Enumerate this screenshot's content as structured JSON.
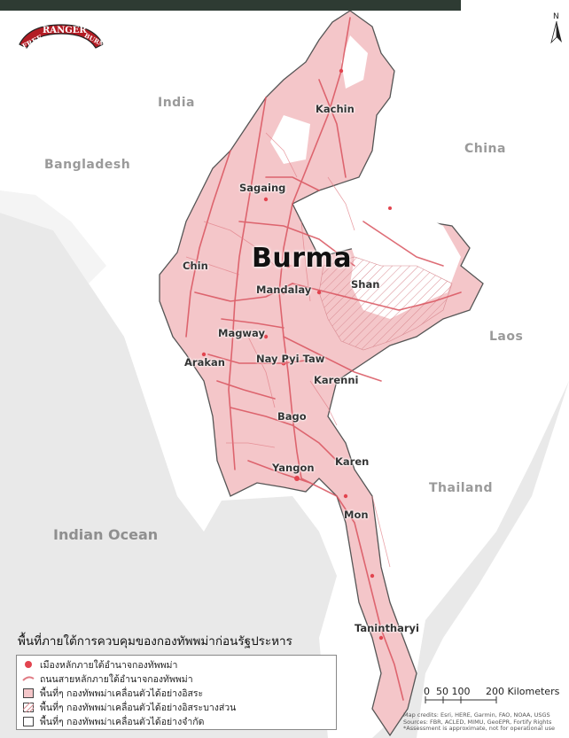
{
  "countries": {
    "india": "India",
    "bangladesh": "Bangladesh",
    "china": "China",
    "laos": "Laos",
    "thailand": "Thailand",
    "indian_ocean": "Indian Ocean"
  },
  "country_title": "Burma",
  "regions": {
    "kachin": "Kachin",
    "sagaing": "Sagaing",
    "chin": "Chin",
    "mandalay": "Mandalay",
    "shan": "Shan",
    "magway": "Magway",
    "arakan": "Arakan",
    "naypyitaw": "Nay Pyi Taw",
    "karenni": "Karenni",
    "bago": "Bago",
    "yangon": "Yangon",
    "karen": "Karen",
    "mon": "Mon",
    "tanintharyi": "Tanintharyi"
  },
  "logo": {
    "left": "FREE",
    "main": "RANGER",
    "right": "BURMA"
  },
  "north_label": "N",
  "legend": {
    "title": "พื้นที่ภายใต้การควบคุมของกองทัพพม่าก่อนรัฐประหาร",
    "items": [
      "เมืองหลักภายใต้อำนาจกองทัพพม่า",
      "ถนนสายหลักภายใต้อำนาจกองทัพพม่า",
      "พื้นที่ๆ กองทัพพม่าเคลื่อนตัวได้อย่างอิสระ",
      "พื้นที่ๆ กองทัพพม่าเคลื่อนตัวได้อย่างอิสระบางส่วน",
      "พื้นที่ๆ กองทัพพม่าเคลื่อนตัวได้อย่างจำกัด"
    ]
  },
  "scale": "0  50 100     200 Kilometers",
  "credits": [
    "Map credits: Esri, HERE, Garmin, FAO, NOAA, USGS",
    "Sources: FBR, ACLED, MIMU, GeoEPR, Fortify Rights",
    "*Assessment is approximate, not for operational use"
  ],
  "colors": {
    "control_fill": "#f4c6c9",
    "road": "#d9545f",
    "city": "#e2444f",
    "border": "#555555",
    "land": "#ffffff",
    "sea": "#e9e9e9"
  }
}
